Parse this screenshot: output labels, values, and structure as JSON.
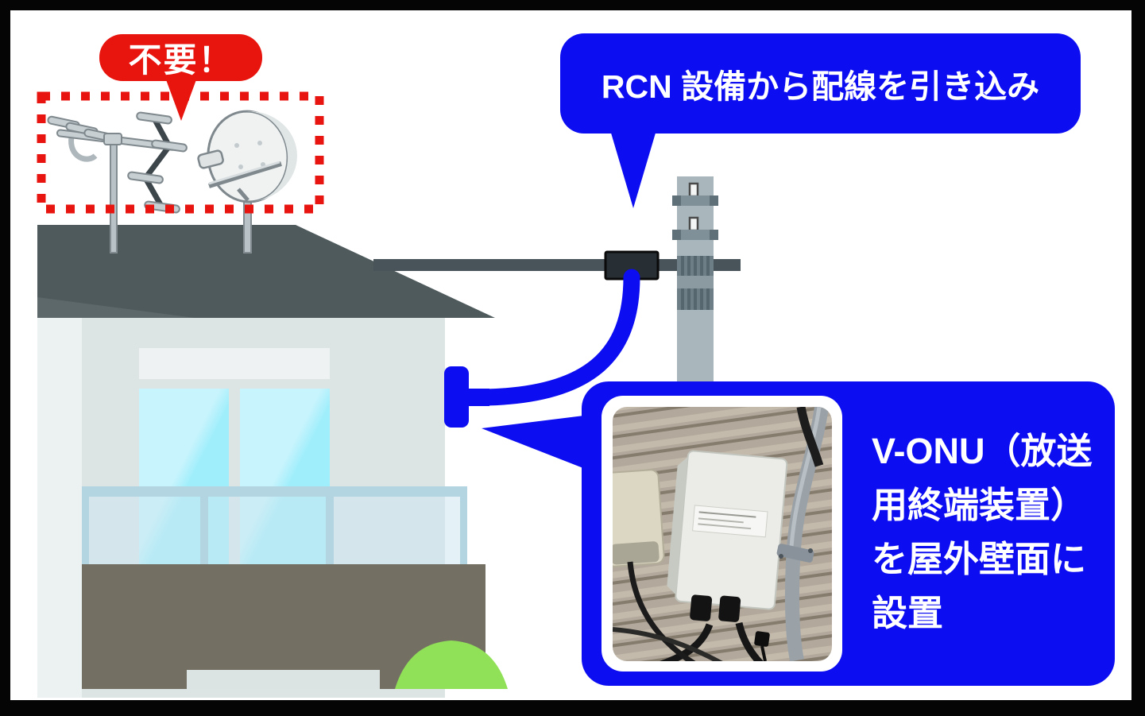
{
  "badge": {
    "label": "不要！"
  },
  "callout_top": {
    "label": "RCN 設備から配線を引き込み"
  },
  "callout_vonu": {
    "label": "V-ONU（放送用終端装置）を屋外壁面に設置",
    "lines": [
      "V-ONU（放送",
      "用終端装置）",
      "を屋外壁面に",
      "設置"
    ]
  },
  "colors": {
    "accent_blue": "#0d0df2",
    "alert_red": "#e8140e",
    "roof_dark": "#4e5a5c",
    "roof_light": "#5c686a",
    "wall_main": "#dce4e4",
    "wall_light": "#ecf1f1",
    "window_blue": "#aeeffb",
    "balcony_rail": "#b2d5e1",
    "lower_wall_olive": "#737063",
    "bush_green": "#90e157",
    "pole_gray": "#a9b7bd",
    "cable_gray": "#49535a",
    "frame_black": "#050505"
  },
  "icons": {
    "tv_antenna": "tv-antenna-icon",
    "satellite_dish": "satellite-dish-icon",
    "utility_pole": "utility-pole-icon",
    "drop_cable": "drop-cable-icon",
    "vonu_device": "v-onu-device-icon",
    "wall_photo": "vonu-wall-photo"
  }
}
